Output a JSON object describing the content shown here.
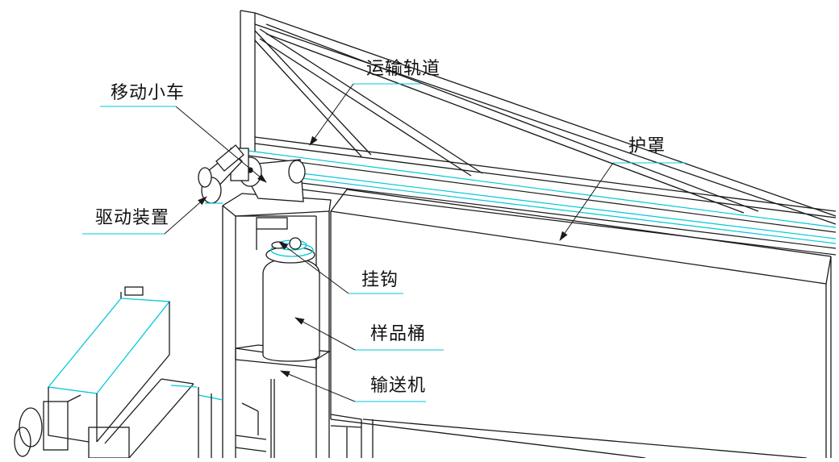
{
  "figure": {
    "colors": {
      "line": "#1a1a1a",
      "accent": "#00c8d8",
      "background": "#ffffff"
    }
  },
  "labels": {
    "transport_track": "运输轨道",
    "moving_cart": "移动小车",
    "cover": "护罩",
    "drive_device": "驱动装置",
    "hook": "挂钩",
    "sample_bucket": "样品桶",
    "conveyor": "输送机"
  }
}
